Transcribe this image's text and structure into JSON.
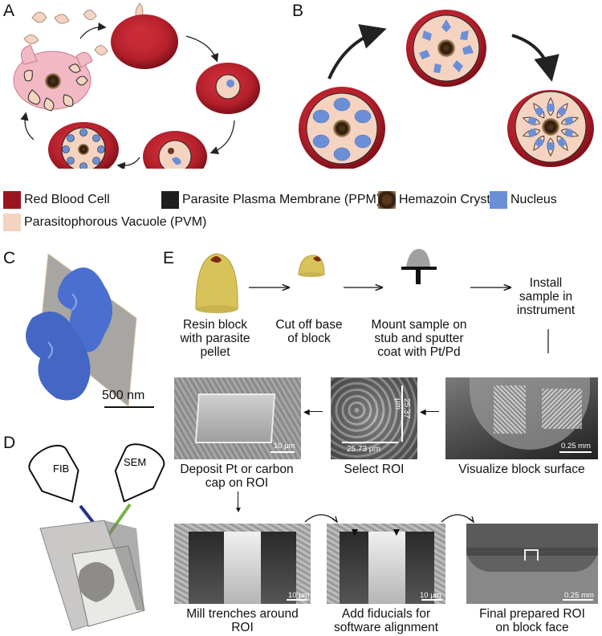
{
  "panels": {
    "a": "A",
    "b": "B",
    "c": "C",
    "d": "D",
    "e": "E"
  },
  "legend": [
    {
      "label": "Red Blood Cell",
      "color": "#9b1520"
    },
    {
      "label": "Parasite Plasma Membrane (PPM)",
      "color": "#1f1f1f"
    },
    {
      "label": "Hemazoin Crystal",
      "color": "#3b2a1a"
    },
    {
      "label": "Nucleus",
      "color": "#6b8fd6"
    },
    {
      "label": "Parasitophorous Vacuole (PVM)",
      "color": "#f4d3c1"
    }
  ],
  "c": {
    "scale": "500 nm"
  },
  "d": {
    "fib": "FIB",
    "sem": "SEM"
  },
  "e": {
    "step1": [
      "Resin block",
      "with parasite",
      "pellet"
    ],
    "step2": [
      "Cut off base",
      "of block"
    ],
    "step3": [
      "Mount sample on",
      "stub and sputter",
      "coat with Pt/Pd"
    ],
    "step4": [
      "Install",
      "sample in",
      "instrument"
    ],
    "visualize": "Visualize block surface",
    "select": "Select ROI",
    "deposit": [
      "Deposit Pt or carbon",
      "cap on ROI"
    ],
    "mill": [
      "Mill trenches around",
      "ROI"
    ],
    "fiducials": [
      "Add fiducials for",
      "software alignment"
    ],
    "final": [
      "Final prepared ROI",
      "on block face"
    ],
    "scale_10um": "10 μm",
    "scale_025mm": "0.25 mm",
    "roi_w": "25.73 μm",
    "roi_h": "25.37 μm"
  }
}
